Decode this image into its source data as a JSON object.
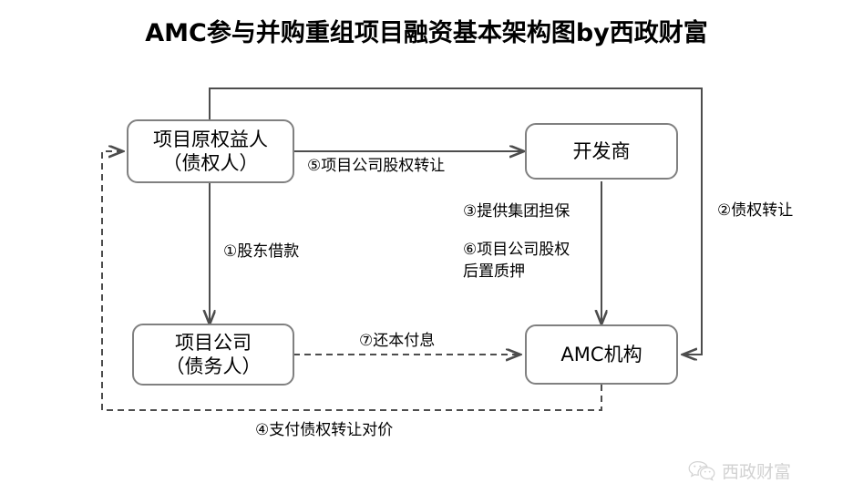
{
  "title": "AMC参与并购重组项目融资基本架构图by西政财富",
  "nodes": [
    {
      "id": "original-rights-holder",
      "lines": [
        "项目原权益人",
        "（债权人）"
      ]
    },
    {
      "id": "developer",
      "lines": [
        "开发商"
      ]
    },
    {
      "id": "project-company",
      "lines": [
        "项目公司",
        "（债务人）"
      ]
    },
    {
      "id": "amc",
      "lines": [
        "AMC机构"
      ]
    }
  ],
  "edges": [
    {
      "id": "shareholder-loan",
      "label": "①股东借款",
      "from": "original-rights-holder",
      "to": "project-company",
      "style": "solid"
    },
    {
      "id": "claim-transfer",
      "label": "②债权转让",
      "from": "original-rights-holder",
      "to": "amc",
      "style": "solid"
    },
    {
      "id": "group-guarantee",
      "label": "③提供集团担保",
      "from": "developer",
      "to": "amc",
      "style": "solid"
    },
    {
      "id": "pay-claim-consideration",
      "label": "④支付债权转让对价",
      "from": "amc",
      "to": "original-rights-holder",
      "style": "dashed"
    },
    {
      "id": "equity-transfer",
      "label": "⑤项目公司股权转让",
      "from": "original-rights-holder",
      "to": "developer",
      "style": "solid"
    },
    {
      "id": "equity-pledge",
      "label": "⑥项目公司股权\n后置质押",
      "label_line1": "⑥项目公司股权",
      "label_line2": "后置质押",
      "from": "developer",
      "to": "amc",
      "style": "solid"
    },
    {
      "id": "repay-principal-interest",
      "label": "⑦还本付息",
      "from": "project-company",
      "to": "amc",
      "style": "dashed"
    }
  ],
  "watermark": {
    "icon": "wechat-icon",
    "text": "西政财富"
  },
  "colors": {
    "box_border": "#808080",
    "line": "#4d4d4d",
    "text": "#000000",
    "background": "#ffffff",
    "watermark": "#d2d2d2"
  }
}
